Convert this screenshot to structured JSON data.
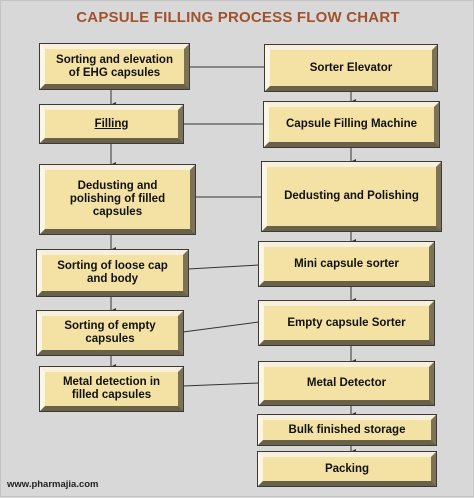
{
  "title": "CAPSULE FILLING PROCESS FLOW CHART",
  "left_steps": [
    "Sorting and elevation of EHG capsules",
    "Filling",
    "Dedusting and polishing of filled capsules",
    "Sorting of loose cap and body",
    "Sorting of empty capsules",
    "Metal detection in filled capsules"
  ],
  "right_steps": [
    "Sorter Elevator",
    "Capsule Filling Machine",
    "Dedusting and Polishing",
    "Mini capsule sorter",
    "Empty capsule Sorter",
    "Metal Detector",
    "Bulk finished storage",
    "Packing"
  ],
  "footer": "www.pharmajia.com",
  "colors": {
    "title": "#a0522d",
    "box_fill": "#f3e2a4",
    "background": "#d8d8d8",
    "connector": "#333333"
  }
}
